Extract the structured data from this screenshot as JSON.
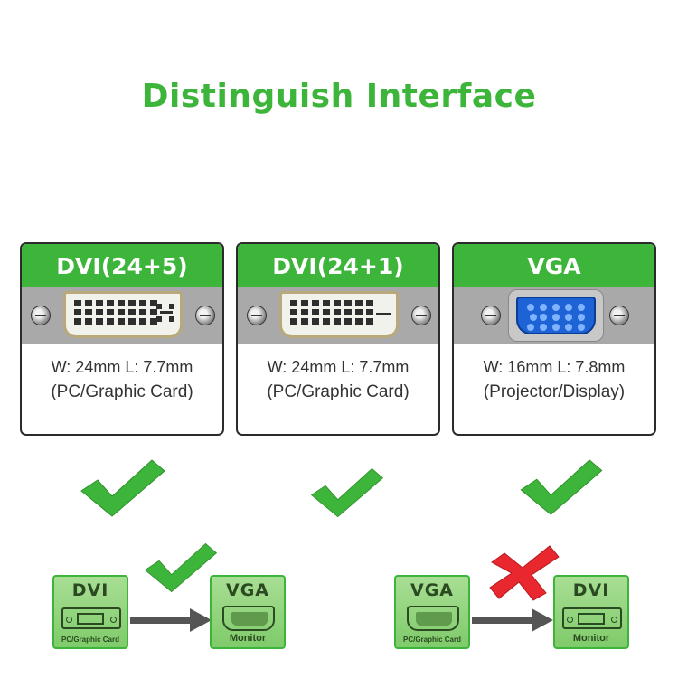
{
  "title": "Distinguish Interface",
  "cards": [
    {
      "header": "DVI(24+5)",
      "line1": "W: 24mm  L: 7.7mm",
      "line2": "(PC/Graphic Card)",
      "connector": "dvi-24-5"
    },
    {
      "header": "DVI(24+1)",
      "line1": "W: 24mm  L: 7.7mm",
      "line2": "(PC/Graphic Card)",
      "connector": "dvi-24-1"
    },
    {
      "header": "VGA",
      "line1": "W: 16mm  L: 7.8mm",
      "line2": "(Projector/Display)",
      "connector": "vga"
    }
  ],
  "icons": [
    "check-mark-icon",
    "cross-mark-icon",
    "arrow-right-icon",
    "dvi-port-icon",
    "vga-port-icon",
    "screw-icon"
  ],
  "colors": {
    "brand_green": "#3db53a",
    "band_gray": "#a9a9a9",
    "vga_blue": "#1e63d6",
    "cross_red": "#e8282e"
  },
  "diagram": {
    "left": {
      "source_label": "DVI",
      "source_sub": "PC/Graphic Card",
      "target_label": "VGA",
      "target_sub": "Monitor",
      "status": "check"
    },
    "right": {
      "source_label": "VGA",
      "source_sub": "PC/Graphic Card",
      "target_label": "DVI",
      "target_sub": "Monitor",
      "status": "cross"
    }
  }
}
